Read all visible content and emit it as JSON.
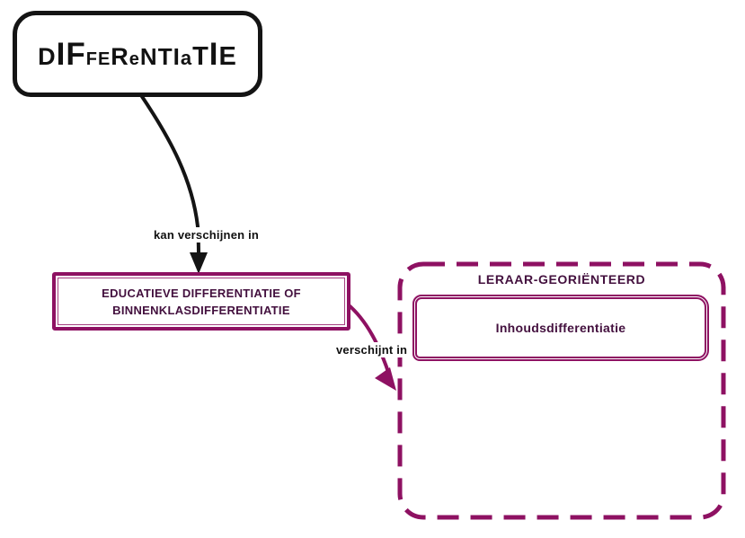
{
  "diagram": {
    "type": "concept-map",
    "colors": {
      "accent_magenta": "#8E1162",
      "node_text_plum": "#43103E",
      "ink_black": "#141414"
    },
    "nodes": {
      "root": {
        "label": "DIFFERENTIATIE",
        "display_segments": [
          {
            "text": "D",
            "size": 27
          },
          {
            "text": "IF",
            "size": 35
          },
          {
            "text": "FE",
            "size": 20
          },
          {
            "text": "R",
            "size": 27
          },
          {
            "text": "e",
            "size": 20
          },
          {
            "text": "NTI",
            "size": 26
          },
          {
            "text": "a",
            "size": 22
          },
          {
            "text": "T",
            "size": 29
          },
          {
            "text": "I",
            "size": 35
          },
          {
            "text": "E",
            "size": 29
          }
        ]
      },
      "edu": {
        "line1": "EDUCATIEVE DIFFERENTIATIE OF",
        "line2": "BINNENKLASDIFFERENTIATIE"
      },
      "inhouds": {
        "label": "Inhoudsdifferentiatie"
      }
    },
    "links": {
      "link1": {
        "label": "kan verschijnen in"
      },
      "link2": {
        "label": "verschijnt in"
      }
    },
    "group": {
      "title": "LERAAR-GEORIËNTEERD"
    }
  }
}
